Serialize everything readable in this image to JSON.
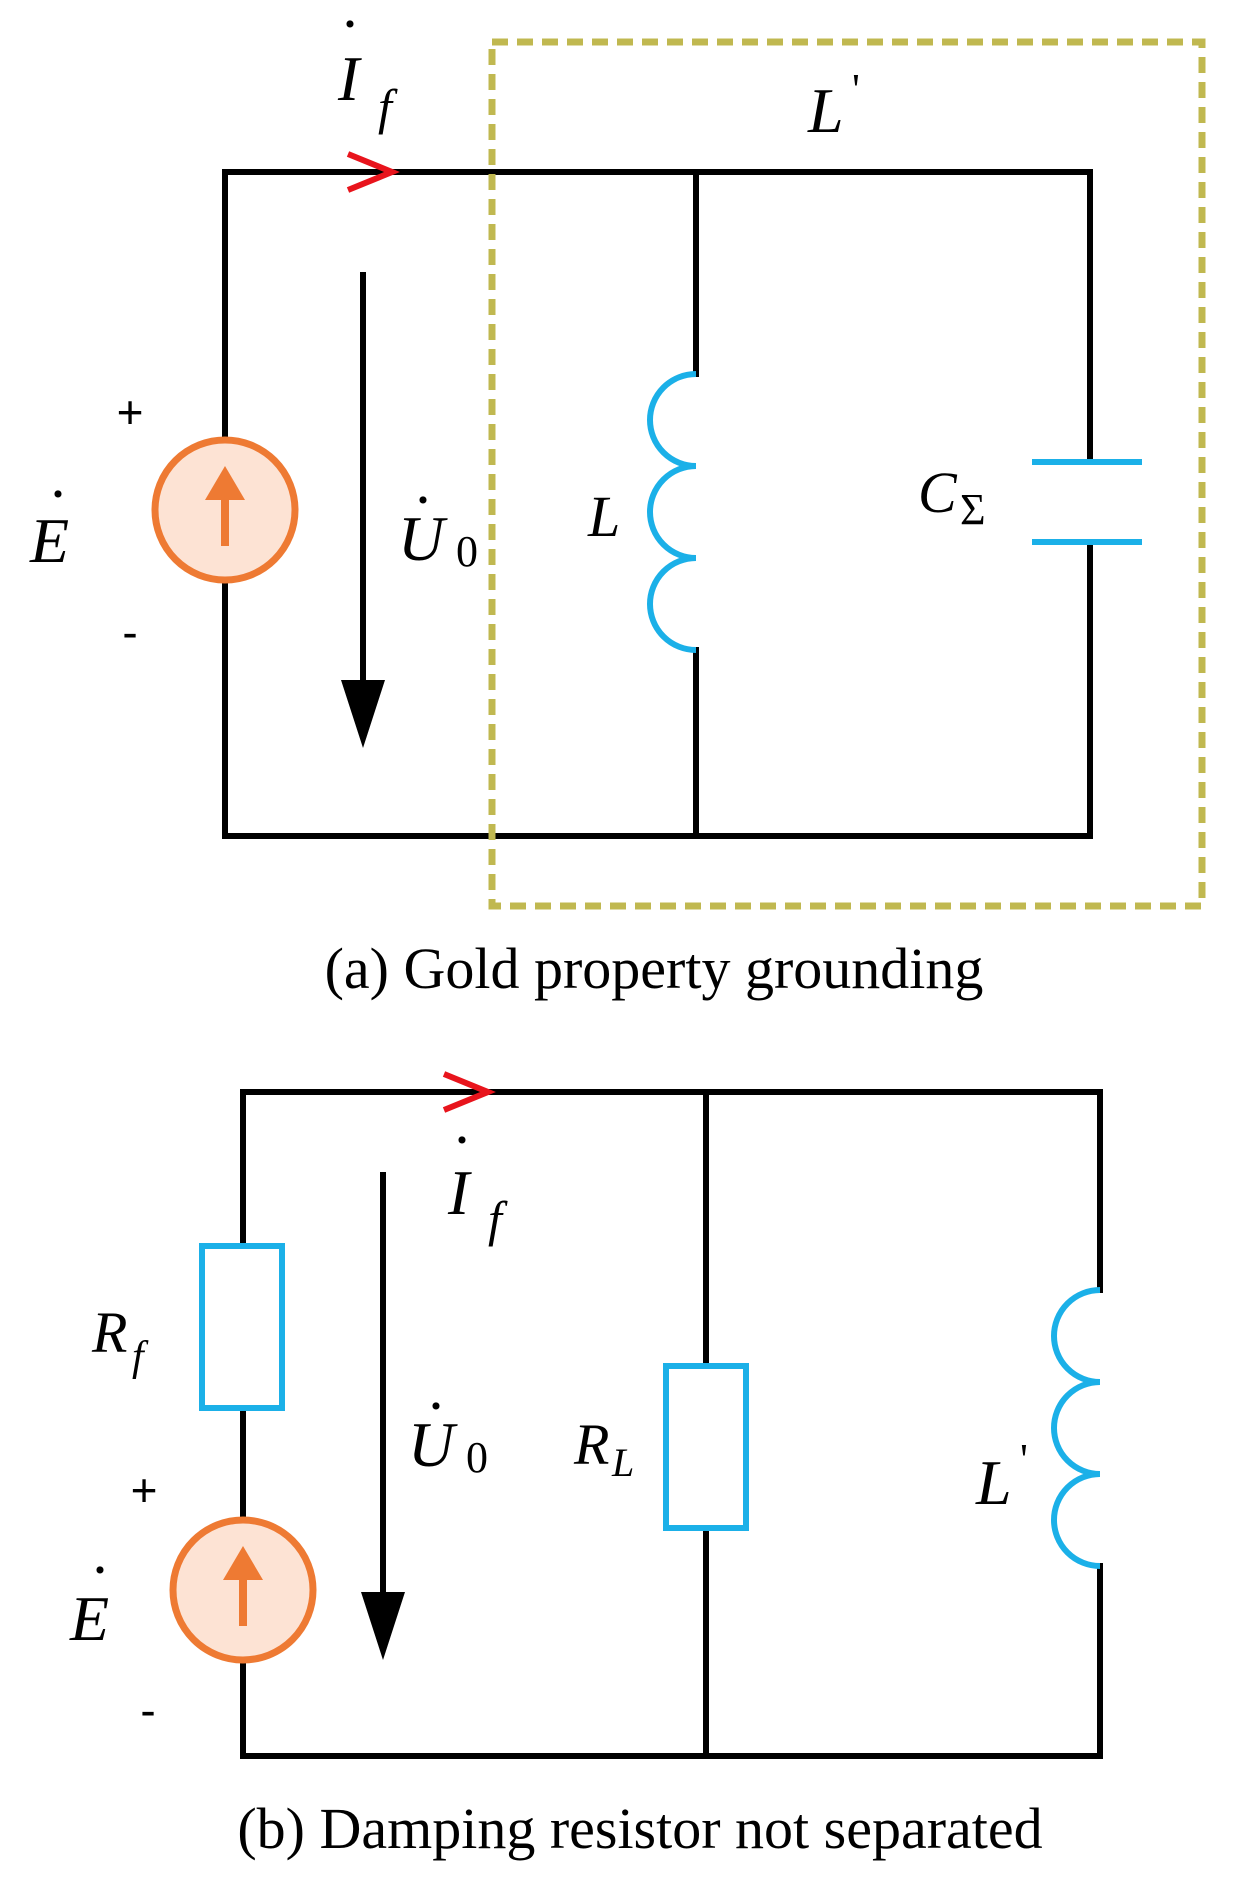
{
  "colors": {
    "wire": "#000000",
    "component": "#1bb0e8",
    "source_stroke": "#ee7a33",
    "source_fill": "#fde3d4",
    "current_marker": "#e8141c",
    "dashed_box": "#c0b850"
  },
  "diagram_a": {
    "caption": "(a) Gold property grounding",
    "current": {
      "symbol": "I",
      "sub": "f",
      "accent": "·"
    },
    "equivalent": {
      "symbol": "L",
      "prime": "'"
    },
    "voltage": {
      "symbol": "U",
      "sub": "0",
      "accent": "·"
    },
    "inductor": {
      "symbol": "L"
    },
    "capacitor": {
      "symbol": "C",
      "sub": "Σ"
    },
    "source": {
      "symbol": "E",
      "accent": "·",
      "plus": "+",
      "minus": "-"
    }
  },
  "diagram_b": {
    "caption": "(b) Damping resistor not separated",
    "current": {
      "symbol": "I",
      "sub": "f",
      "accent": "·"
    },
    "voltage": {
      "symbol": "U",
      "sub": "0",
      "accent": "·"
    },
    "series_resistor": {
      "symbol": "R",
      "sub": "f"
    },
    "load_resistor": {
      "symbol": "R",
      "sub": "L"
    },
    "inductor": {
      "symbol": "L",
      "prime": "'"
    },
    "source": {
      "symbol": "E",
      "accent": "·",
      "plus": "+",
      "minus": "-"
    }
  }
}
